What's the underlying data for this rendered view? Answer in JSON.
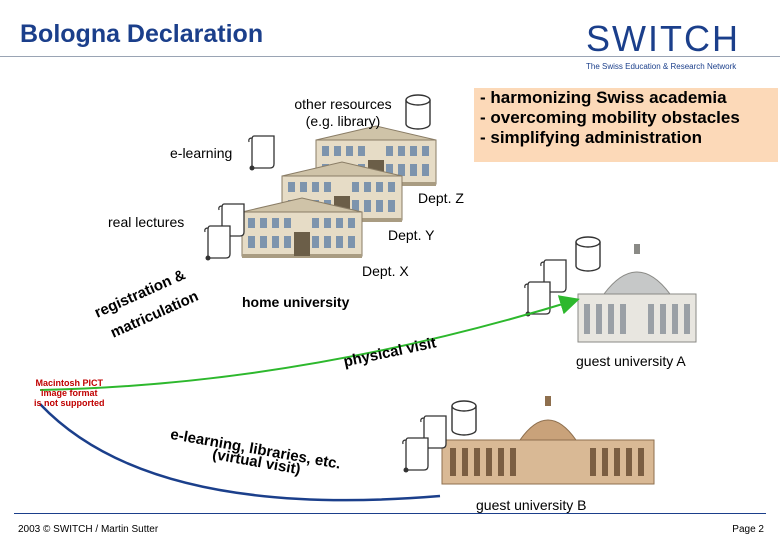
{
  "header": {
    "title": "Bologna Declaration",
    "logo_text": "SWITCH",
    "logo_tagline": "The Swiss Education & Research Network"
  },
  "goals": [
    "- harmonizing Swiss academia",
    "- overcoming mobility obstacles",
    "- simplifying administration"
  ],
  "labels": {
    "other_resources_1": "other resources",
    "other_resources_2": "(e.g. library)",
    "elearning": "e-learning",
    "real_lectures": "real lectures",
    "dept_z": "Dept. Z",
    "dept_y": "Dept. Y",
    "dept_x": "Dept. X",
    "home_university": "home university",
    "guest_a": "guest university A",
    "guest_b": "guest university B",
    "registration_1": "registration &",
    "registration_2": "matriculation",
    "physical_visit": "physical visit",
    "virtual_1": "e-learning, libraries, etc.",
    "virtual_2": "(virtual visit)"
  },
  "pict_placeholder": [
    "Macintosh PICT",
    "image format",
    "is not supported"
  ],
  "footer": {
    "left": "2003 © SWITCH / Martin Sutter",
    "right": "Page 2"
  },
  "colors": {
    "title": "#1b3f8b",
    "goals_bg": "#fcd9b8",
    "physical_arrow": "#2db82d",
    "virtual_arrow": "#1b3f8b",
    "pict_text": "#c00000"
  }
}
